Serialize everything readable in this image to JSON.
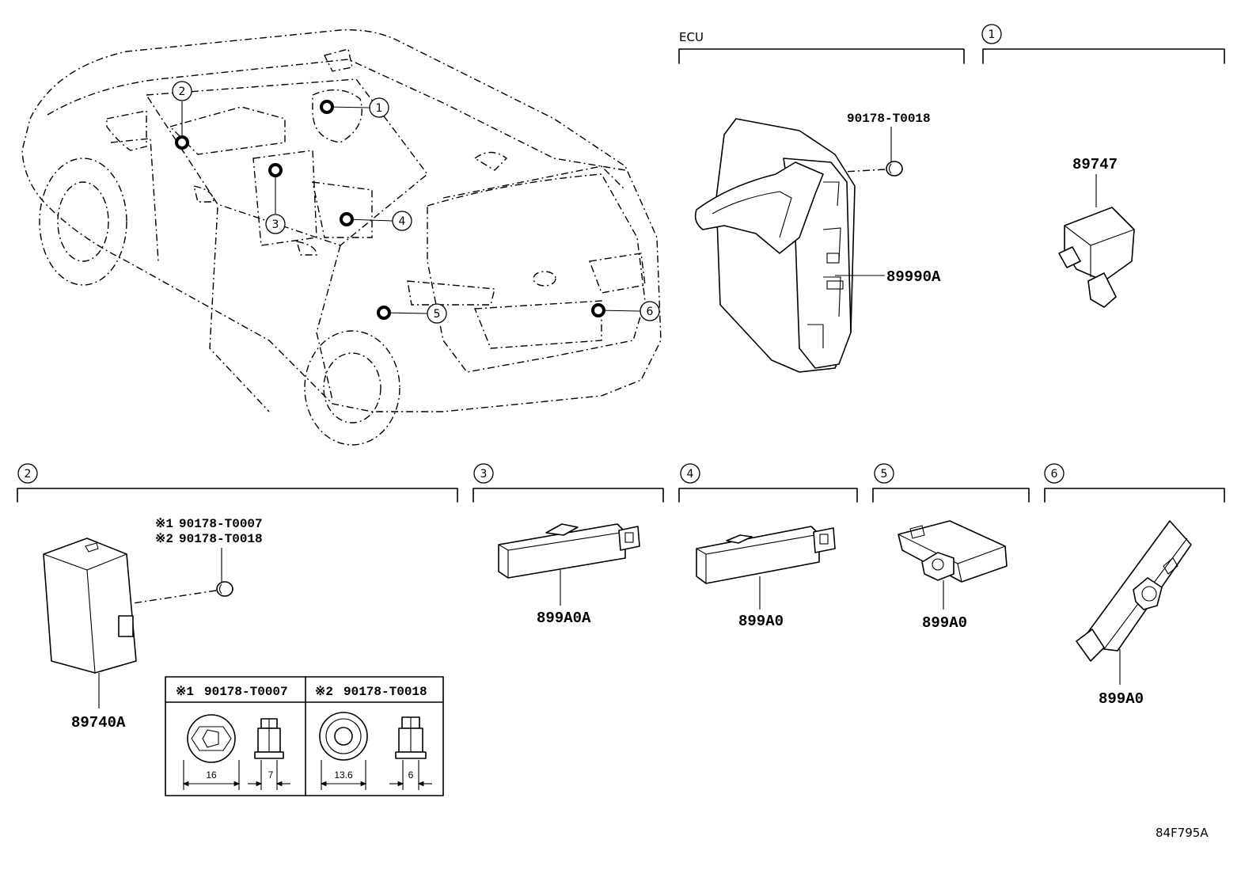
{
  "headers": {
    "ecu": "ECU",
    "h1": "1",
    "h2": "2",
    "h3": "3",
    "h4": "4",
    "h5": "5",
    "h6": "6"
  },
  "callouts": [
    "1",
    "2",
    "3",
    "4",
    "5",
    "6"
  ],
  "parts": {
    "bolt_ecu": "90178-T0018",
    "ecu": "89990A",
    "sensor_1": "89747",
    "unit_2": "89740A",
    "bolt_2a_mark": "※1",
    "bolt_2a": "90178-T0007",
    "bolt_2b_mark": "※2",
    "bolt_2b": "90178-T0018",
    "antenna_3": "899A0A",
    "antenna_4": "899A0",
    "antenna_5": "899A0",
    "antenna_6": "899A0"
  },
  "fastener_table": {
    "col1_mark": "※1",
    "col1_part": "90178-T0007",
    "col2_mark": "※2",
    "col2_part": "90178-T0018",
    "dims": [
      "16",
      "7",
      "13.6",
      "6"
    ]
  },
  "diagram_id": "84F795A"
}
